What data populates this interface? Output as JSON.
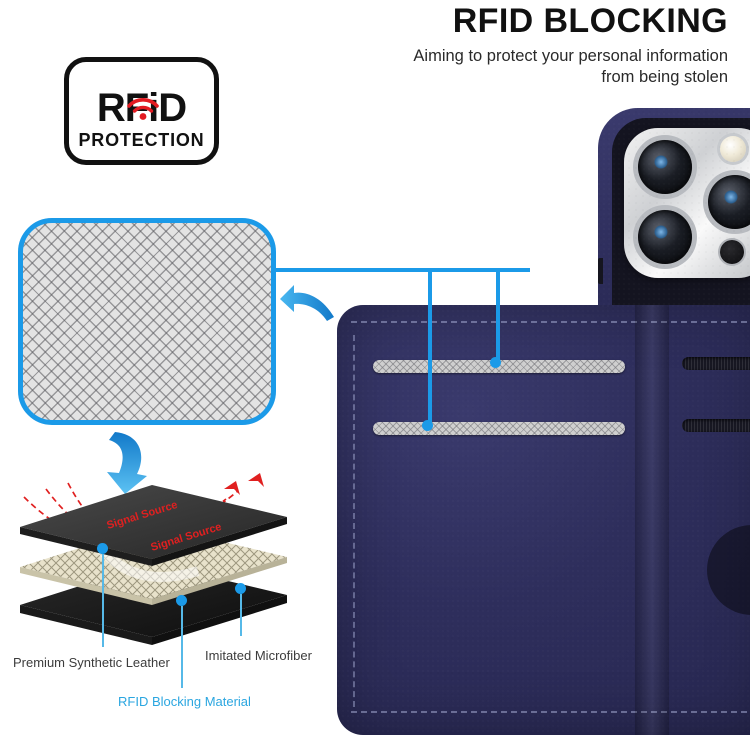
{
  "header": {
    "title": "RFID BLOCKING",
    "subtitle_line1": "Aiming to protect your personal information",
    "subtitle_line2": "from being stolen"
  },
  "badge": {
    "wordmark_prefix": "RF",
    "wordmark_i": "i",
    "wordmark_suffix": "D",
    "protection_label": "PROTECTION",
    "icon": "wifi-signal-icon",
    "icon_color": "#e31b22",
    "border_color": "#111111"
  },
  "mesh_panel": {
    "name": "rfid-blocking-fabric-swatch",
    "border_color": "#1b9ae8"
  },
  "callout": {
    "accent_color": "#1b9ae8",
    "arrow_to_swatch": "left-arrow-icon",
    "arrow_to_layers": "down-arrow-icon"
  },
  "layers_diagram": {
    "signal_labels": [
      "Signal Source",
      "Signal Source"
    ],
    "signal_color": "#e02020",
    "labels": [
      {
        "text": "Premium Synthetic Leather",
        "color": "#3c3c3c"
      },
      {
        "text": "RFID Blocking Material",
        "color": "#2ba6e0"
      },
      {
        "text": "Imitated Microfiber",
        "color": "#3c3c3c"
      }
    ]
  },
  "wallet": {
    "name": "navy-leather-wallet-case",
    "leather_color": "#2e2e5c",
    "left_slots": [
      "rfid-lined-card-slot-top",
      "rfid-lined-card-slot-bottom"
    ],
    "right_slots": [
      "card-slot-top",
      "card-slot-bottom"
    ]
  },
  "phone": {
    "name": "iphone-pro-in-case",
    "camera_lenses": 3,
    "flash": "led-flash",
    "lidar": "lidar-sensor"
  }
}
